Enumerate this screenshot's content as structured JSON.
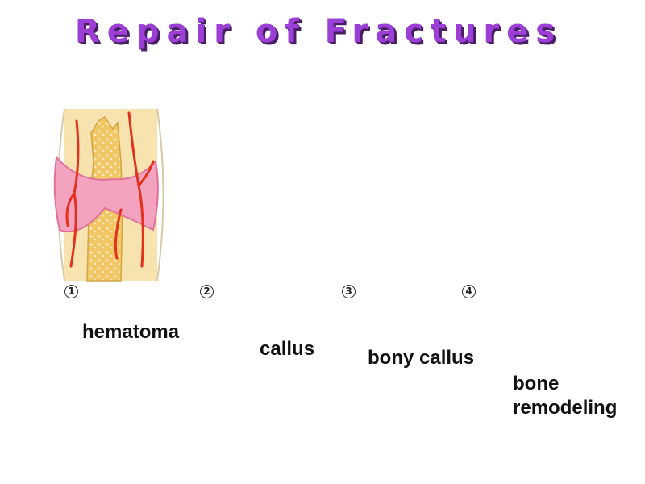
{
  "title": "Repair of Fractures",
  "stages": [
    {
      "number": "1",
      "label": "hematoma"
    },
    {
      "number": "2",
      "label": "callus"
    },
    {
      "number": "3",
      "label": "bony callus"
    },
    {
      "number": "4",
      "label_line1": "bone",
      "label_line2": "remodeling"
    }
  ],
  "colors": {
    "title": "#9b3fd6",
    "bone_tissue": "#f7e3b0",
    "spongy_bone": "#f1c766",
    "blood_vessel": "#e2321c",
    "hematoma": "#f3a2c0",
    "callus": "#a067b8",
    "pointer": "#000000"
  }
}
